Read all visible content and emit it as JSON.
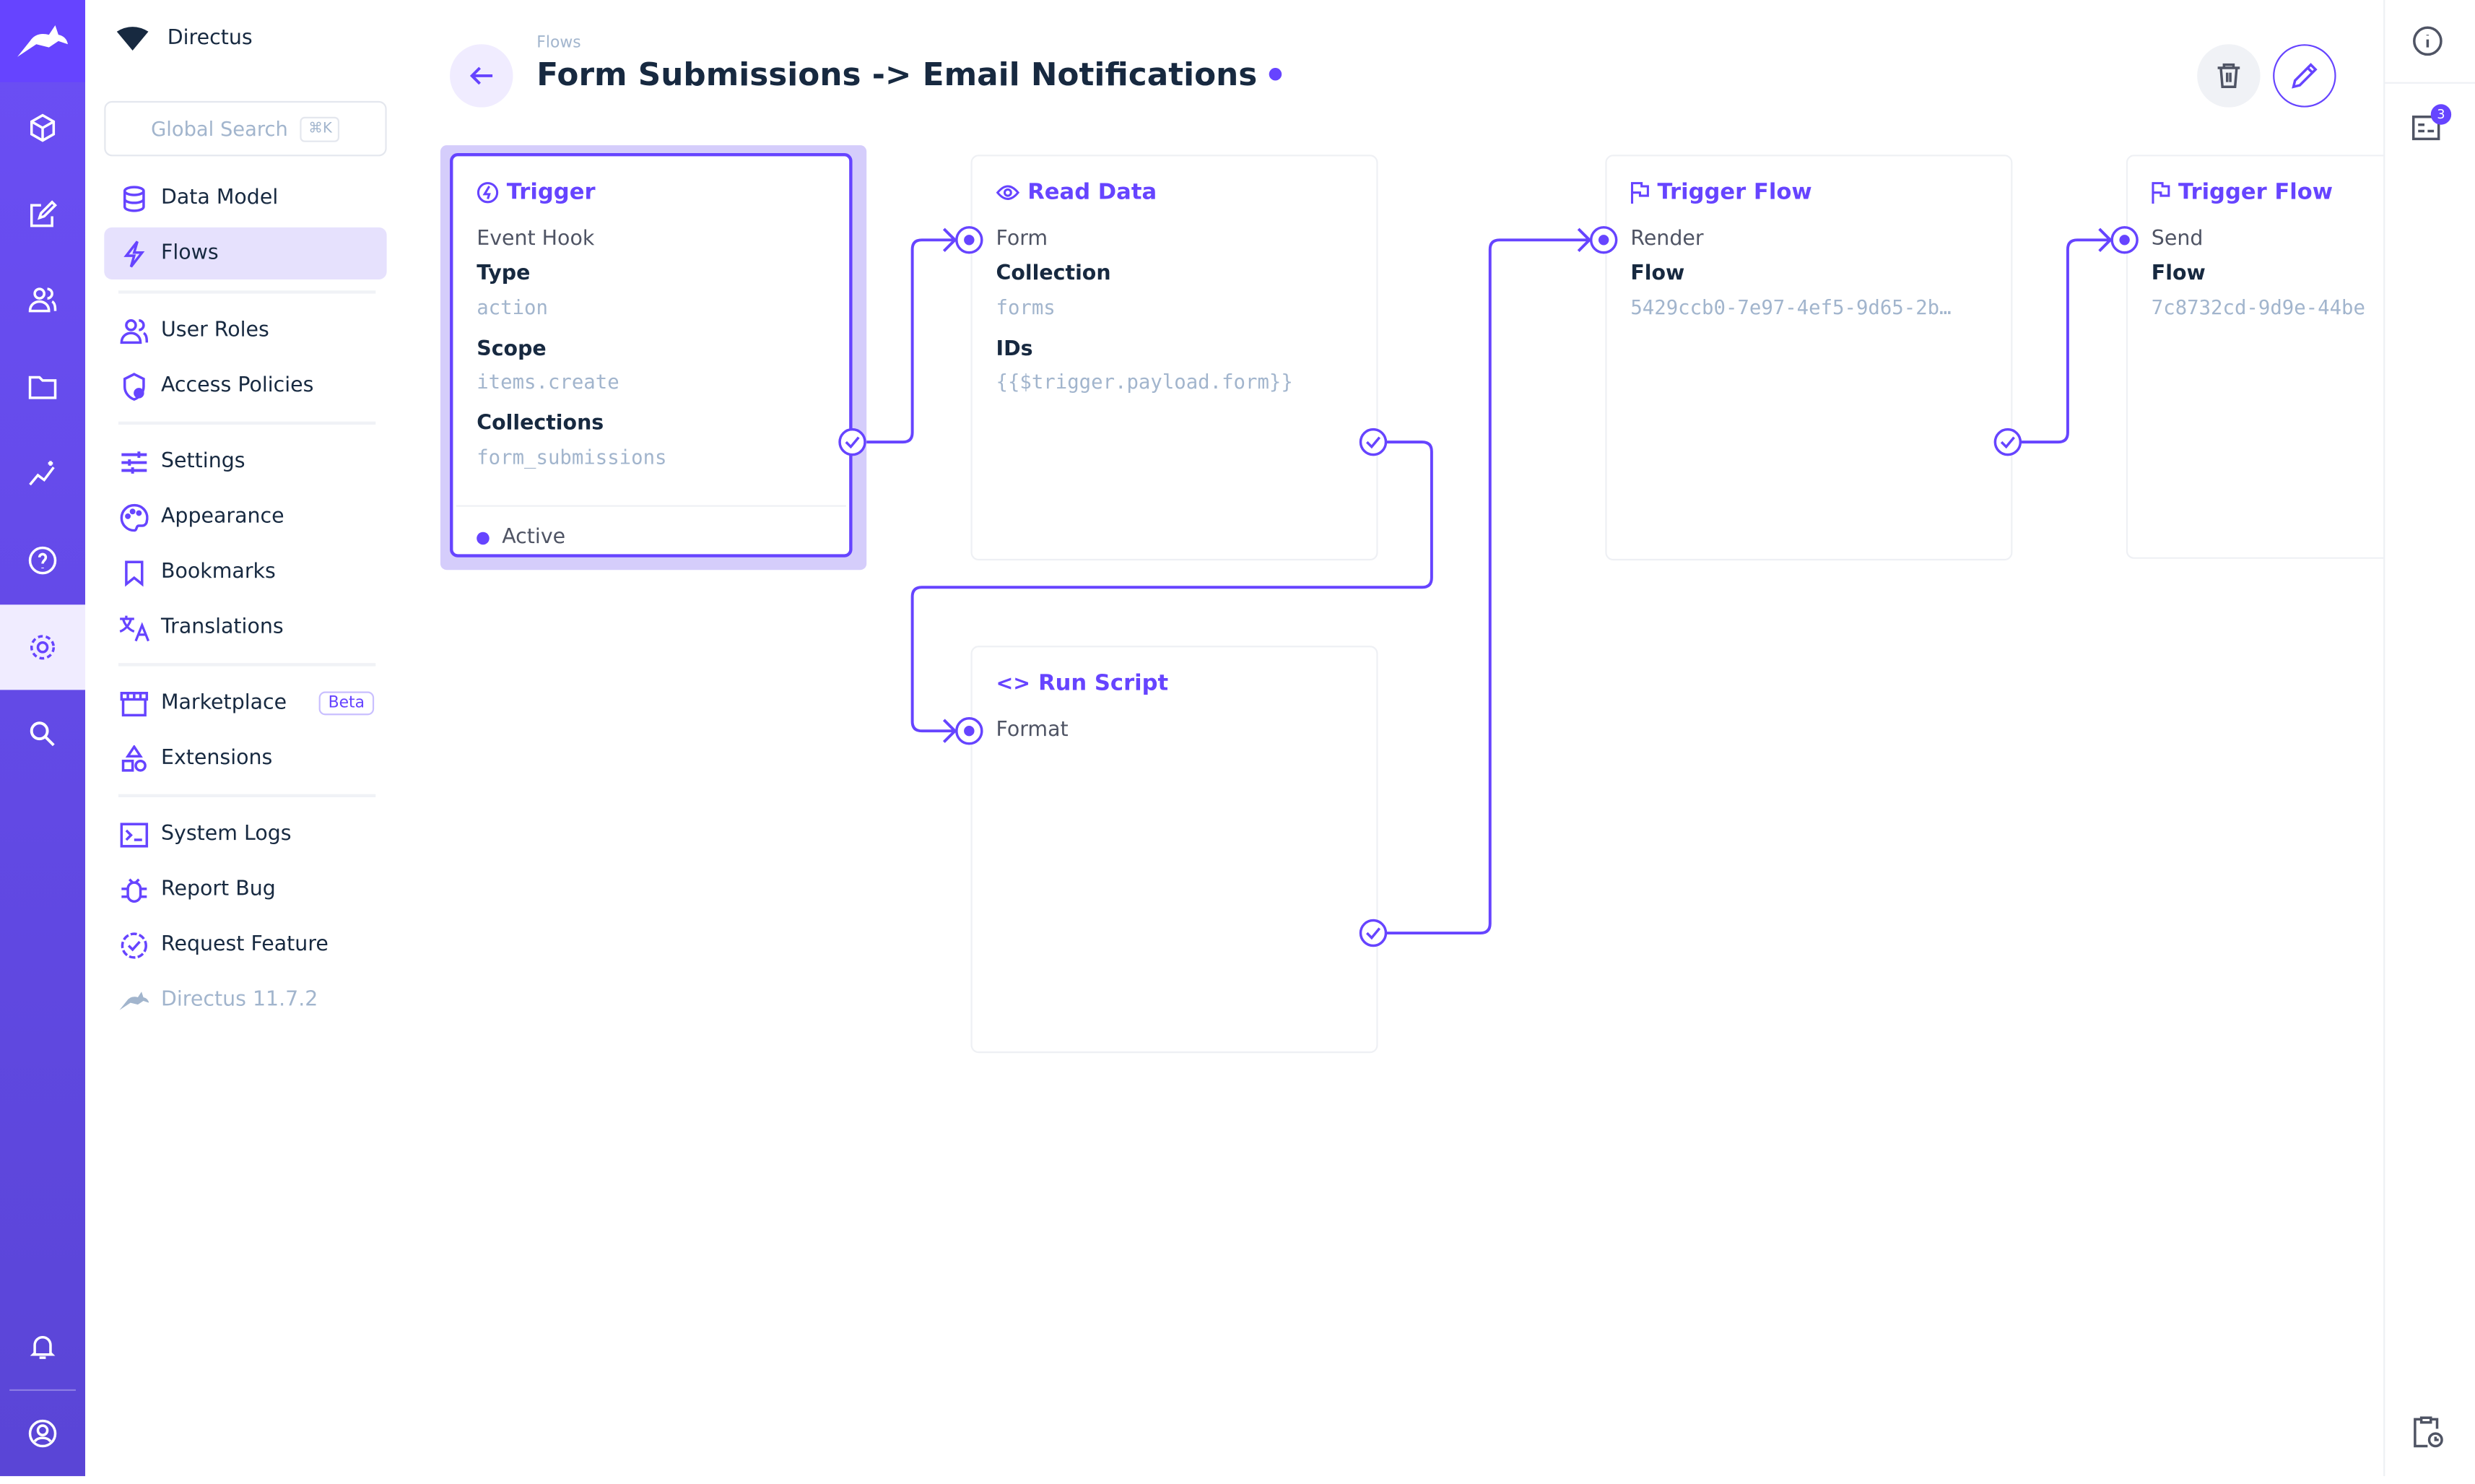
{
  "colors": {
    "accent": "#6644ff",
    "rail": "#5a45d6"
  },
  "project": {
    "name": "Directus"
  },
  "search": {
    "placeholder": "Global Search",
    "shortcut": "⌘K"
  },
  "nav": {
    "items": [
      {
        "label": "Data Model",
        "icon": "database-icon"
      },
      {
        "label": "Flows",
        "icon": "bolt-icon",
        "selected": true
      },
      {
        "label": "User Roles",
        "icon": "users-icon"
      },
      {
        "label": "Access Policies",
        "icon": "shield-icon"
      },
      {
        "label": "Settings",
        "icon": "sliders-icon"
      },
      {
        "label": "Appearance",
        "icon": "palette-icon"
      },
      {
        "label": "Bookmarks",
        "icon": "bookmark-icon"
      },
      {
        "label": "Translations",
        "icon": "translate-icon"
      },
      {
        "label": "Marketplace",
        "icon": "store-icon",
        "badge": "Beta"
      },
      {
        "label": "Extensions",
        "icon": "extensions-icon"
      },
      {
        "label": "System Logs",
        "icon": "terminal-icon"
      },
      {
        "label": "Report Bug",
        "icon": "bug-icon"
      },
      {
        "label": "Request Feature",
        "icon": "feature-icon"
      }
    ],
    "version": "Directus 11.7.2"
  },
  "header": {
    "breadcrumb": "Flows",
    "title": "Form Submissions -> Email Notifications"
  },
  "right_sidebar": {
    "notification_count": "3"
  },
  "operations": {
    "trigger": {
      "title": "Trigger",
      "subtitle": "Event Hook",
      "type_label": "Type",
      "type": "action",
      "scope_label": "Scope",
      "scope": "items.create",
      "collections_label": "Collections",
      "collections": "form_submissions",
      "status": "Active"
    },
    "read": {
      "title": "Read Data",
      "name": "Form",
      "collection_label": "Collection",
      "collection": "forms",
      "ids_label": "IDs",
      "ids": "{{$trigger.payload.form}}"
    },
    "script": {
      "title": "Run Script",
      "name": "Format"
    },
    "flow1": {
      "title": "Trigger Flow",
      "name": "Render",
      "flow_label": "Flow",
      "flow": "5429ccb0-7e97-4ef5-9d65-2b…"
    },
    "flow2": {
      "title": "Trigger Flow",
      "name": "Send",
      "flow_label": "Flow",
      "flow": "7c8732cd-9d9e-44be"
    }
  }
}
